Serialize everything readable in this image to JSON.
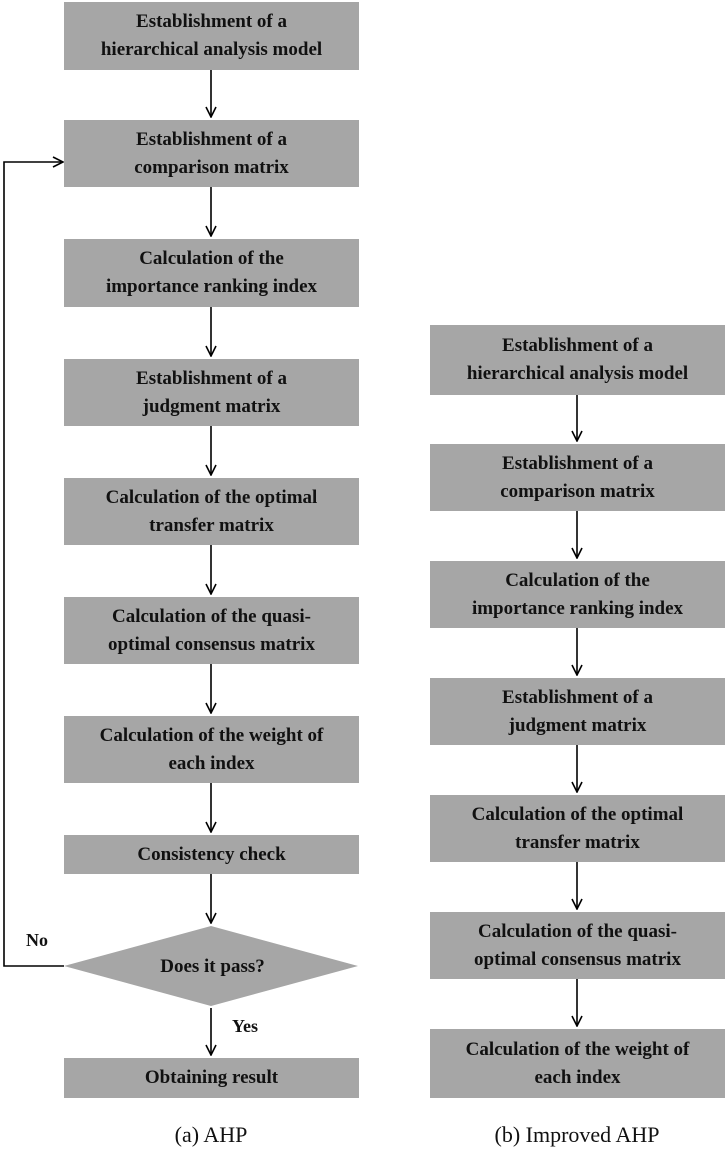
{
  "ahp": {
    "steps": [
      "Establishment of a\nhierarchical analysis model",
      "Establishment of a\ncomparison matrix",
      "Calculation of the\nimportance ranking index",
      "Establishment of a\njudgment matrix",
      "Calculation of the optimal\ntransfer matrix",
      "Calculation of the quasi-\noptimal consensus matrix",
      "Calculation of the weight of\neach index",
      "Consistency check"
    ],
    "decision": "Does it pass?",
    "no_label": "No",
    "yes_label": "Yes",
    "result": "Obtaining result",
    "caption": "(a) AHP"
  },
  "improved": {
    "steps": [
      "Establishment of a\nhierarchical analysis model",
      "Establishment of a\ncomparison matrix",
      "Calculation of the\nimportance ranking index",
      "Establishment of a\njudgment matrix",
      "Calculation of the optimal\ntransfer matrix",
      "Calculation of the quasi-\noptimal consensus matrix",
      "Calculation of the weight of\neach index"
    ],
    "caption": "(b) Improved AHP"
  },
  "colors": {
    "box_fill": "#a6a6a6",
    "line": "#000000"
  }
}
